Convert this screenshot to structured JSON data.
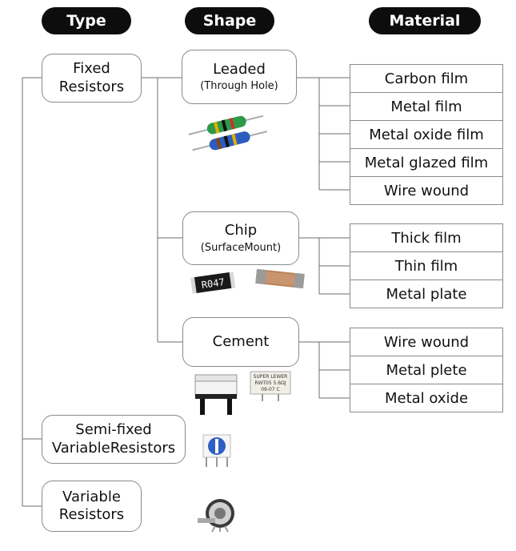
{
  "headers": {
    "type": "Type",
    "shape": "Shape",
    "material": "Material"
  },
  "types": {
    "fixed": [
      "Fixed",
      "Resistors"
    ],
    "semi": [
      "Semi-fixed",
      "VariableResistors"
    ],
    "variable": [
      "Variable",
      "Resistors"
    ]
  },
  "shapes": {
    "leaded": {
      "label": "Leaded",
      "sub": "(Through Hole)"
    },
    "chip": {
      "label": "Chip",
      "sub": "(SurfaceMount)"
    },
    "cement": {
      "label": "Cement"
    }
  },
  "materials": {
    "leaded": [
      "Carbon film",
      "Metal film",
      "Metal oxide film",
      "Metal glazed film",
      "Wire wound"
    ],
    "chip": [
      "Thick film",
      "Thin film",
      "Metal plate"
    ],
    "cement": [
      "Wire wound",
      "Metal plete",
      "Metal oxide"
    ]
  },
  "photo_text": {
    "chip_marking": "R047",
    "cement_marking": [
      "SUPER LEWER",
      "RWT05 5.6ΩJ",
      "09-07 C"
    ]
  }
}
